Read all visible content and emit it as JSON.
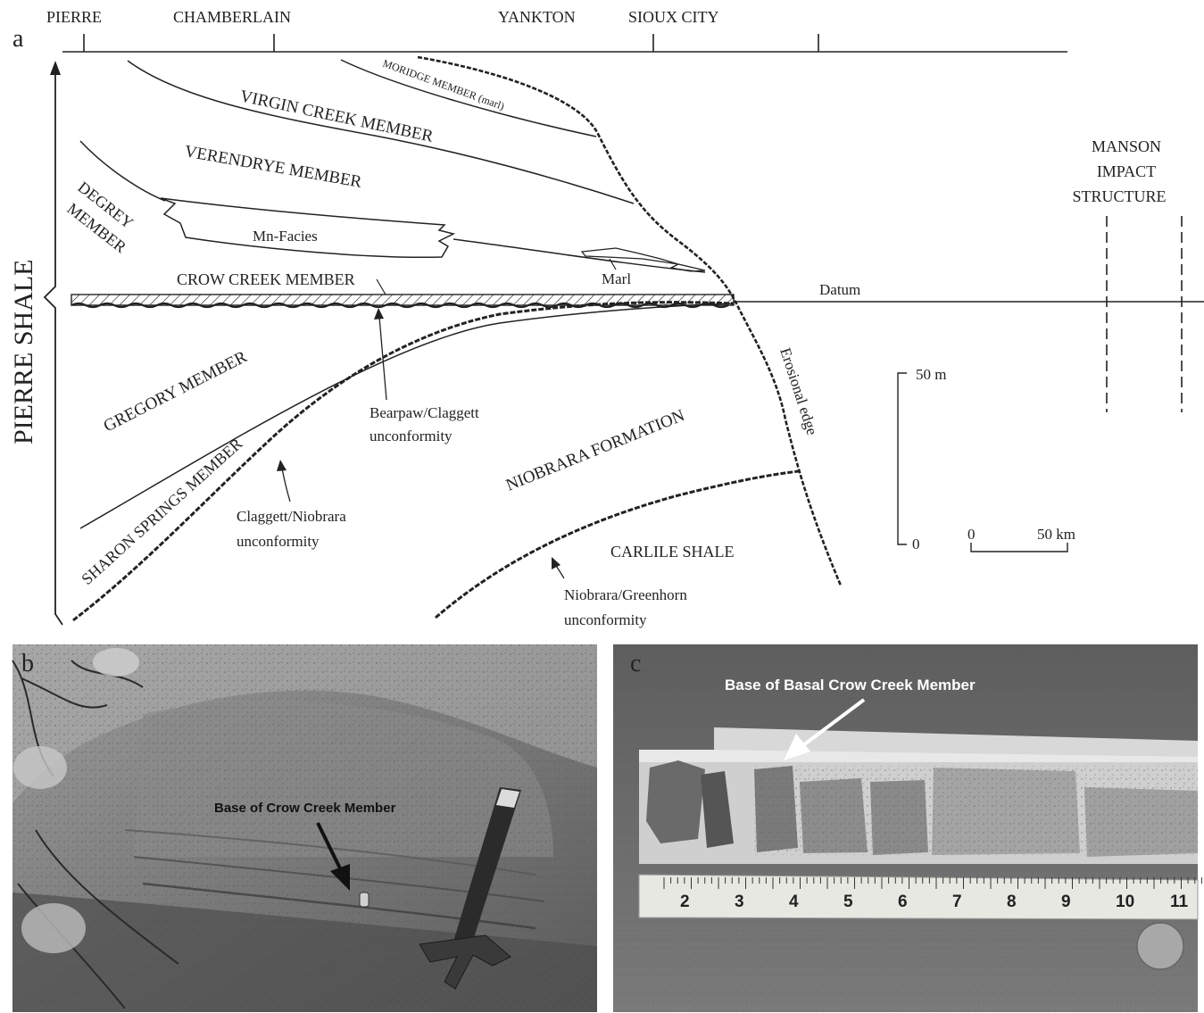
{
  "panel_a": {
    "letter": "a",
    "towns": [
      "PIERRE",
      "CHAMBERLAIN",
      "YANKTON",
      "SIOUX CITY"
    ],
    "formation_axis": "PIERRE SHALE",
    "members": {
      "moridge": "MORIDGE MEMBER (marl)",
      "virgin_creek": "VIRGIN CREEK MEMBER",
      "verendrye": "VERENDRYE MEMBER",
      "degrey_1": "DEGREY",
      "degrey_2": "MEMBER",
      "mn_facies": "Mn-Facies",
      "marl": "Marl",
      "crow_creek": "CROW CREEK  MEMBER",
      "gregory": "GREGORY MEMBER",
      "sharon_springs": "SHARON SPRINGS MEMBER",
      "niobrara": "NIOBRARA FORMATION",
      "carlile": "CARLILE SHALE"
    },
    "datum": "Datum",
    "erosional_edge": "Erosional edge",
    "manson": [
      "MANSON",
      "IMPACT",
      "STRUCTURE"
    ],
    "unconformities": {
      "bearpaw_1": "Bearpaw/Claggett",
      "bearpaw_2": "unconformity",
      "claggett_1": "Claggett/Niobrara",
      "claggett_2": "unconformity",
      "greenhorn_1": "Niobrara/Greenhorn",
      "greenhorn_2": "unconformity"
    },
    "vertical_scale": {
      "top": "50 m",
      "bottom": "0"
    },
    "horizontal_scale": {
      "left": "0",
      "right": "50 km"
    }
  },
  "panel_b": {
    "letter": "b",
    "label": "Base of Crow Creek Member"
  },
  "panel_c": {
    "letter": "c",
    "label": "Base of Basal Crow Creek Member",
    "tape_numbers": [
      "2",
      "3",
      "4",
      "5",
      "6",
      "7",
      "8",
      "9",
      "10",
      "11"
    ]
  },
  "colors": {
    "ink": "#222222",
    "photo_b_base": "#7a7a7a",
    "photo_c_base": "#6f6f6f",
    "tape": "#e8e8e2"
  }
}
